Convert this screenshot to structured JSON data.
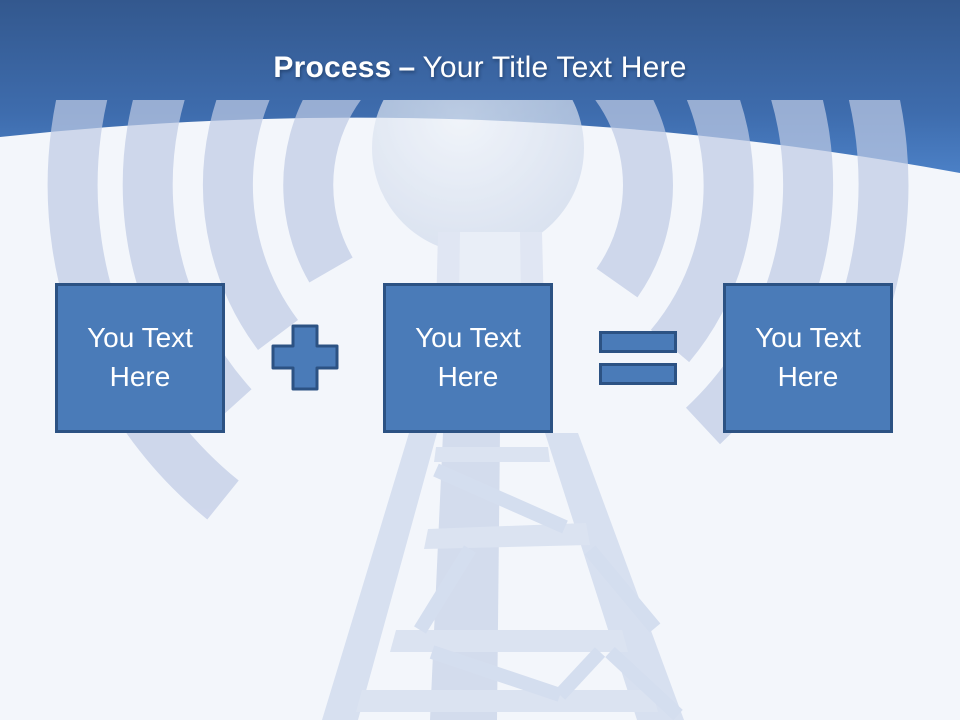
{
  "slide_title": {
    "bold": "Process",
    "separator": "–",
    "rest": "Your Title Text Here"
  },
  "process": {
    "boxes": [
      {
        "text": "You Text Here"
      },
      {
        "text": "You Text Here"
      },
      {
        "text": "You Text Here"
      }
    ],
    "operators": [
      {
        "name": "plus",
        "symbol": "+"
      },
      {
        "name": "equals",
        "symbol": "="
      }
    ]
  },
  "icons": {
    "watermark": "radio-tower-icon",
    "plus": "plus-icon",
    "equals": "equals-icon"
  },
  "colors": {
    "header_top": "#33588E",
    "header_mid": "#3E6CAD",
    "header_bottom": "#4B80C6",
    "box_fill": "#4A7BB8",
    "box_border": "#2C5283",
    "background": "#F3F6FB",
    "watermark_ring": "#BFCBE5",
    "title_text": "#FFFFFF"
  }
}
